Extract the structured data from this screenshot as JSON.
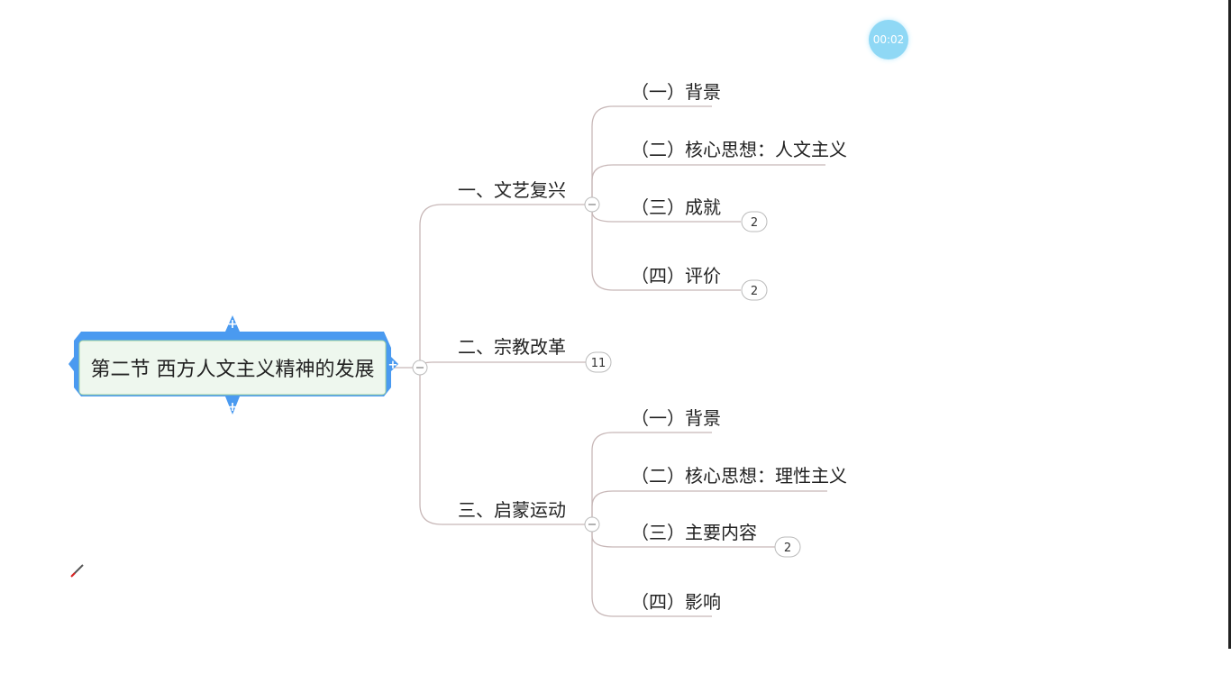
{
  "timer": "00:02",
  "root": {
    "label": "第二节 西方人文主义精神的发展",
    "color": "#4a9af0"
  },
  "branches": [
    {
      "label": "一、文艺复兴",
      "children": [
        {
          "label": "（一）背景"
        },
        {
          "label": "（二）核心思想：人文主义"
        },
        {
          "label": "（三）成就",
          "count": "2"
        },
        {
          "label": "（四）评价",
          "count": "2"
        }
      ]
    },
    {
      "label": "二、宗教改革",
      "count": "11"
    },
    {
      "label": "三、启蒙运动",
      "children": [
        {
          "label": "（一）背景"
        },
        {
          "label": "（二）核心思想：理性主义"
        },
        {
          "label": "（三）主要内容",
          "count": "2"
        },
        {
          "label": "（四）影响"
        }
      ]
    }
  ],
  "icons": {
    "collapse": "minus-circle-icon",
    "pen": "pen-cursor-icon"
  }
}
